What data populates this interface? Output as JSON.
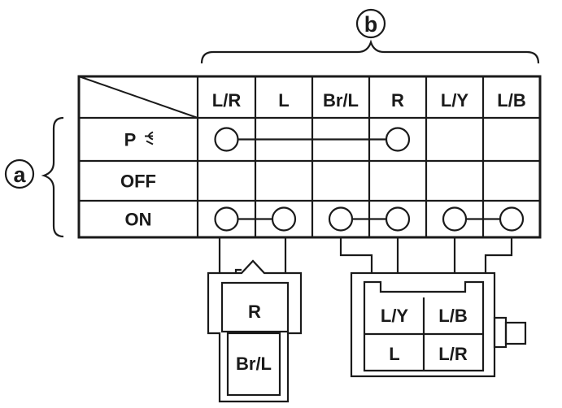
{
  "callouts": {
    "row_group": "a",
    "column_group": "b"
  },
  "table": {
    "columns": [
      "L/R",
      "L",
      "Br/L",
      "R",
      "L/Y",
      "L/B"
    ],
    "rows": [
      {
        "label": "P",
        "label_icon": "parking-light-icon",
        "connected": [
          [
            "L/R",
            "R"
          ]
        ]
      },
      {
        "label": "OFF",
        "connected": []
      },
      {
        "label": "ON",
        "connected": [
          [
            "L/R",
            "L"
          ],
          [
            "Br/L",
            "R"
          ],
          [
            "L/Y",
            "L/B"
          ]
        ]
      }
    ]
  },
  "connectors": {
    "left": {
      "cells": [
        "R",
        "Br/L"
      ]
    },
    "right": {
      "cells": [
        "L/Y",
        "L/B",
        "L",
        "L/R"
      ]
    }
  }
}
